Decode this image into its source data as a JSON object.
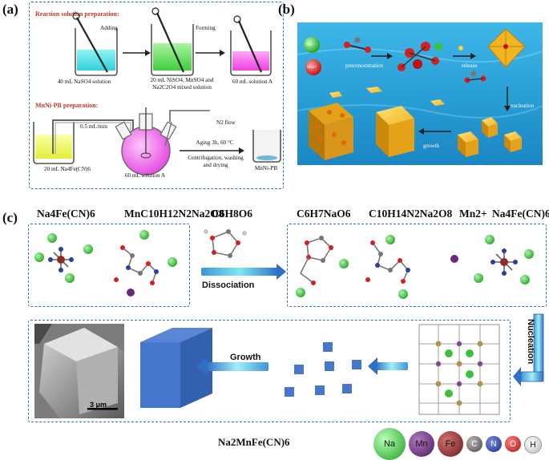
{
  "panels": {
    "a": "(a)",
    "b": "(b)",
    "c": "(c)"
  },
  "panel_a": {
    "reaction_title": "Reaction solution preparation:",
    "step_adding": "Adding",
    "step_forming": "Forming",
    "beaker1": "40 mL NaSO4 solution",
    "beaker2_line1": "20 mL NiSO4, MnSO4 and",
    "beaker2_line2": "Na2C2O4 mixed solution",
    "beaker3": "60 mL solution A",
    "mnni_title": "MnNi-PB preparation:",
    "flow_rate": "0.5 mL/min",
    "n2_flow": "N2 flow",
    "beaker4": "20 mL Na4Fe(CN)6",
    "flask": "60 mL solution A",
    "aging": "Aging 3h, 60 °C",
    "post_line1": "Centrifugation, washing",
    "post_line2": "and drying",
    "product": "MnNi-PB"
  },
  "panel_b": {
    "preconcentration": "preconcentration",
    "release": "release",
    "nucleation": "nucleation",
    "growth": "growth",
    "ion1": "Na+",
    "ion2": "Mn2+"
  },
  "panel_c": {
    "top_left_formulas": [
      "Na4Fe(CN)6",
      "MnC10H12N2Na2O8"
    ],
    "middle_formula": "C6H8O6",
    "dissociation": "Dissociation",
    "top_right_formulas": [
      "C6H7NaO6",
      "C10H14N2Na2O8",
      "Mn2+",
      "Na4Fe(CN)6"
    ],
    "nucleation": "Nucleation",
    "growth": "Growth",
    "scale_bar": "3 μm",
    "product_formula": "Na2MnFe(CN)6",
    "legend": [
      {
        "symbol": "Na",
        "color": "#3fbf3f"
      },
      {
        "symbol": "Mn",
        "color": "#6a2a7a"
      },
      {
        "symbol": "Fe",
        "color": "#8b2d2d"
      },
      {
        "symbol": "C",
        "color": "#777777"
      },
      {
        "symbol": "N",
        "color": "#2b3fa0"
      },
      {
        "symbol": "O",
        "color": "#d42020"
      },
      {
        "symbol": "H",
        "color": "#dddddd"
      }
    ]
  }
}
